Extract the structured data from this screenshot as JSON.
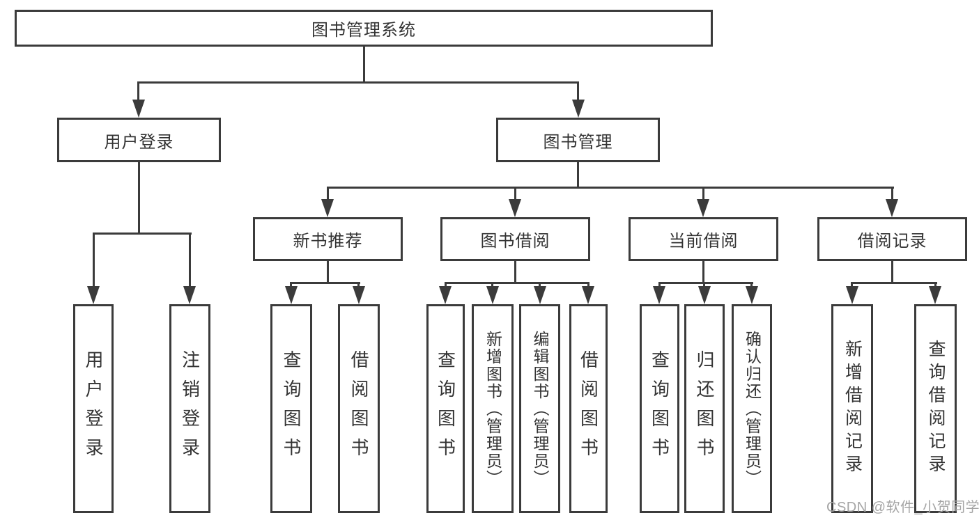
{
  "diagram_type": "hierarchy-tree",
  "tree": {
    "label": "图书管理系统",
    "children": [
      {
        "label": "用户登录",
        "children": [
          {
            "label": "用户登录"
          },
          {
            "label": "注销登录"
          }
        ]
      },
      {
        "label": "图书管理",
        "children": [
          {
            "label": "新书推荐",
            "children": [
              {
                "label": "查询图书"
              },
              {
                "label": "借阅图书"
              }
            ]
          },
          {
            "label": "图书借阅",
            "children": [
              {
                "label": "查询图书"
              },
              {
                "label": "新增图书（管理员）"
              },
              {
                "label": "编辑图书（管理员）"
              },
              {
                "label": "借阅图书"
              }
            ]
          },
          {
            "label": "当前借阅",
            "children": [
              {
                "label": "查询图书"
              },
              {
                "label": "归还图书"
              },
              {
                "label": "确认归还（管理员）"
              }
            ]
          },
          {
            "label": "借阅记录",
            "children": [
              {
                "label": "新增借阅记录"
              },
              {
                "label": "查询借阅记录"
              }
            ]
          }
        ]
      }
    ]
  },
  "watermark": "CSDN @软件_小贺同学",
  "colors": {
    "line": "#3b3b3b",
    "text": "#333333",
    "background": "#ffffff",
    "watermark": "#a5a5a5"
  }
}
